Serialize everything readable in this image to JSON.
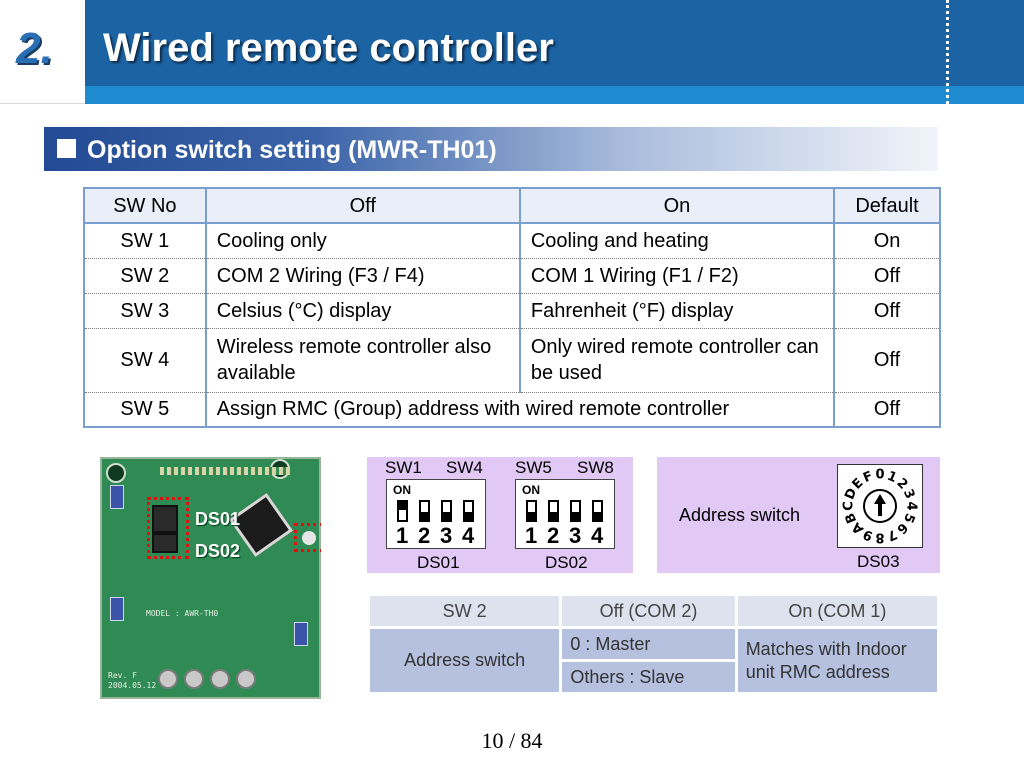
{
  "header": {
    "section_number": "2.",
    "title": "Wired remote controller"
  },
  "subtitle": "Option switch setting (MWR-TH01)",
  "options_table": {
    "columns": [
      "SW No",
      "Off",
      "On",
      "Default"
    ],
    "rows": [
      {
        "sw": "SW 1",
        "off": "Cooling only",
        "on": "Cooling and heating",
        "default": "On"
      },
      {
        "sw": "SW 2",
        "off": "COM 2 Wiring (F3 / F4)",
        "on": "COM 1 Wiring (F1 / F2)",
        "default": "Off"
      },
      {
        "sw": "SW 3",
        "off": "Celsius (°C) display",
        "on": "Fahrenheit (°F) display",
        "default": "Off"
      },
      {
        "sw": "SW 4",
        "off": "Wireless remote controller also available",
        "on": "Only wired remote controller can be used",
        "default": "Off"
      },
      {
        "sw": "SW 5",
        "merged": "Assign RMC (Group) address with  wired remote controller",
        "default": "Off"
      }
    ]
  },
  "pcb_photo": {
    "label_ds01": "DS01",
    "label_ds02": "DS02",
    "silk_model": "MODEL : AWR-TH0",
    "silk_rev": "Rev. F",
    "silk_date": "2004.05.12"
  },
  "dip_switches": {
    "sw1": "SW1",
    "sw4": "SW4",
    "sw5": "SW5",
    "sw8": "SW8",
    "on_label": "ON",
    "numbers": [
      "1",
      "2",
      "3",
      "4"
    ],
    "ds01": "DS01",
    "ds02": "DS02",
    "ds01_states": [
      "on",
      "off",
      "off",
      "off"
    ],
    "ds02_states": [
      "off",
      "off",
      "off",
      "off"
    ]
  },
  "address_panel": {
    "label": "Address switch",
    "caption": "DS03",
    "dial_characters": "EF0123456789ABCD"
  },
  "sw2_table": {
    "h1": "SW 2",
    "h2": "Off (COM 2)",
    "h3": "On (COM 1)",
    "row_label": "Address switch",
    "master": "0 : Master",
    "slave": "Others : Slave",
    "indoor": "Matches with Indoor unit RMC address"
  },
  "page_number": "10 / 84",
  "colors": {
    "header_blue": "#1c63a3",
    "header_stripe": "#1e8bd0",
    "table_border": "#7a9fcf",
    "panel_lilac": "#e2c8f5",
    "mini_body": "#b6c1df"
  }
}
